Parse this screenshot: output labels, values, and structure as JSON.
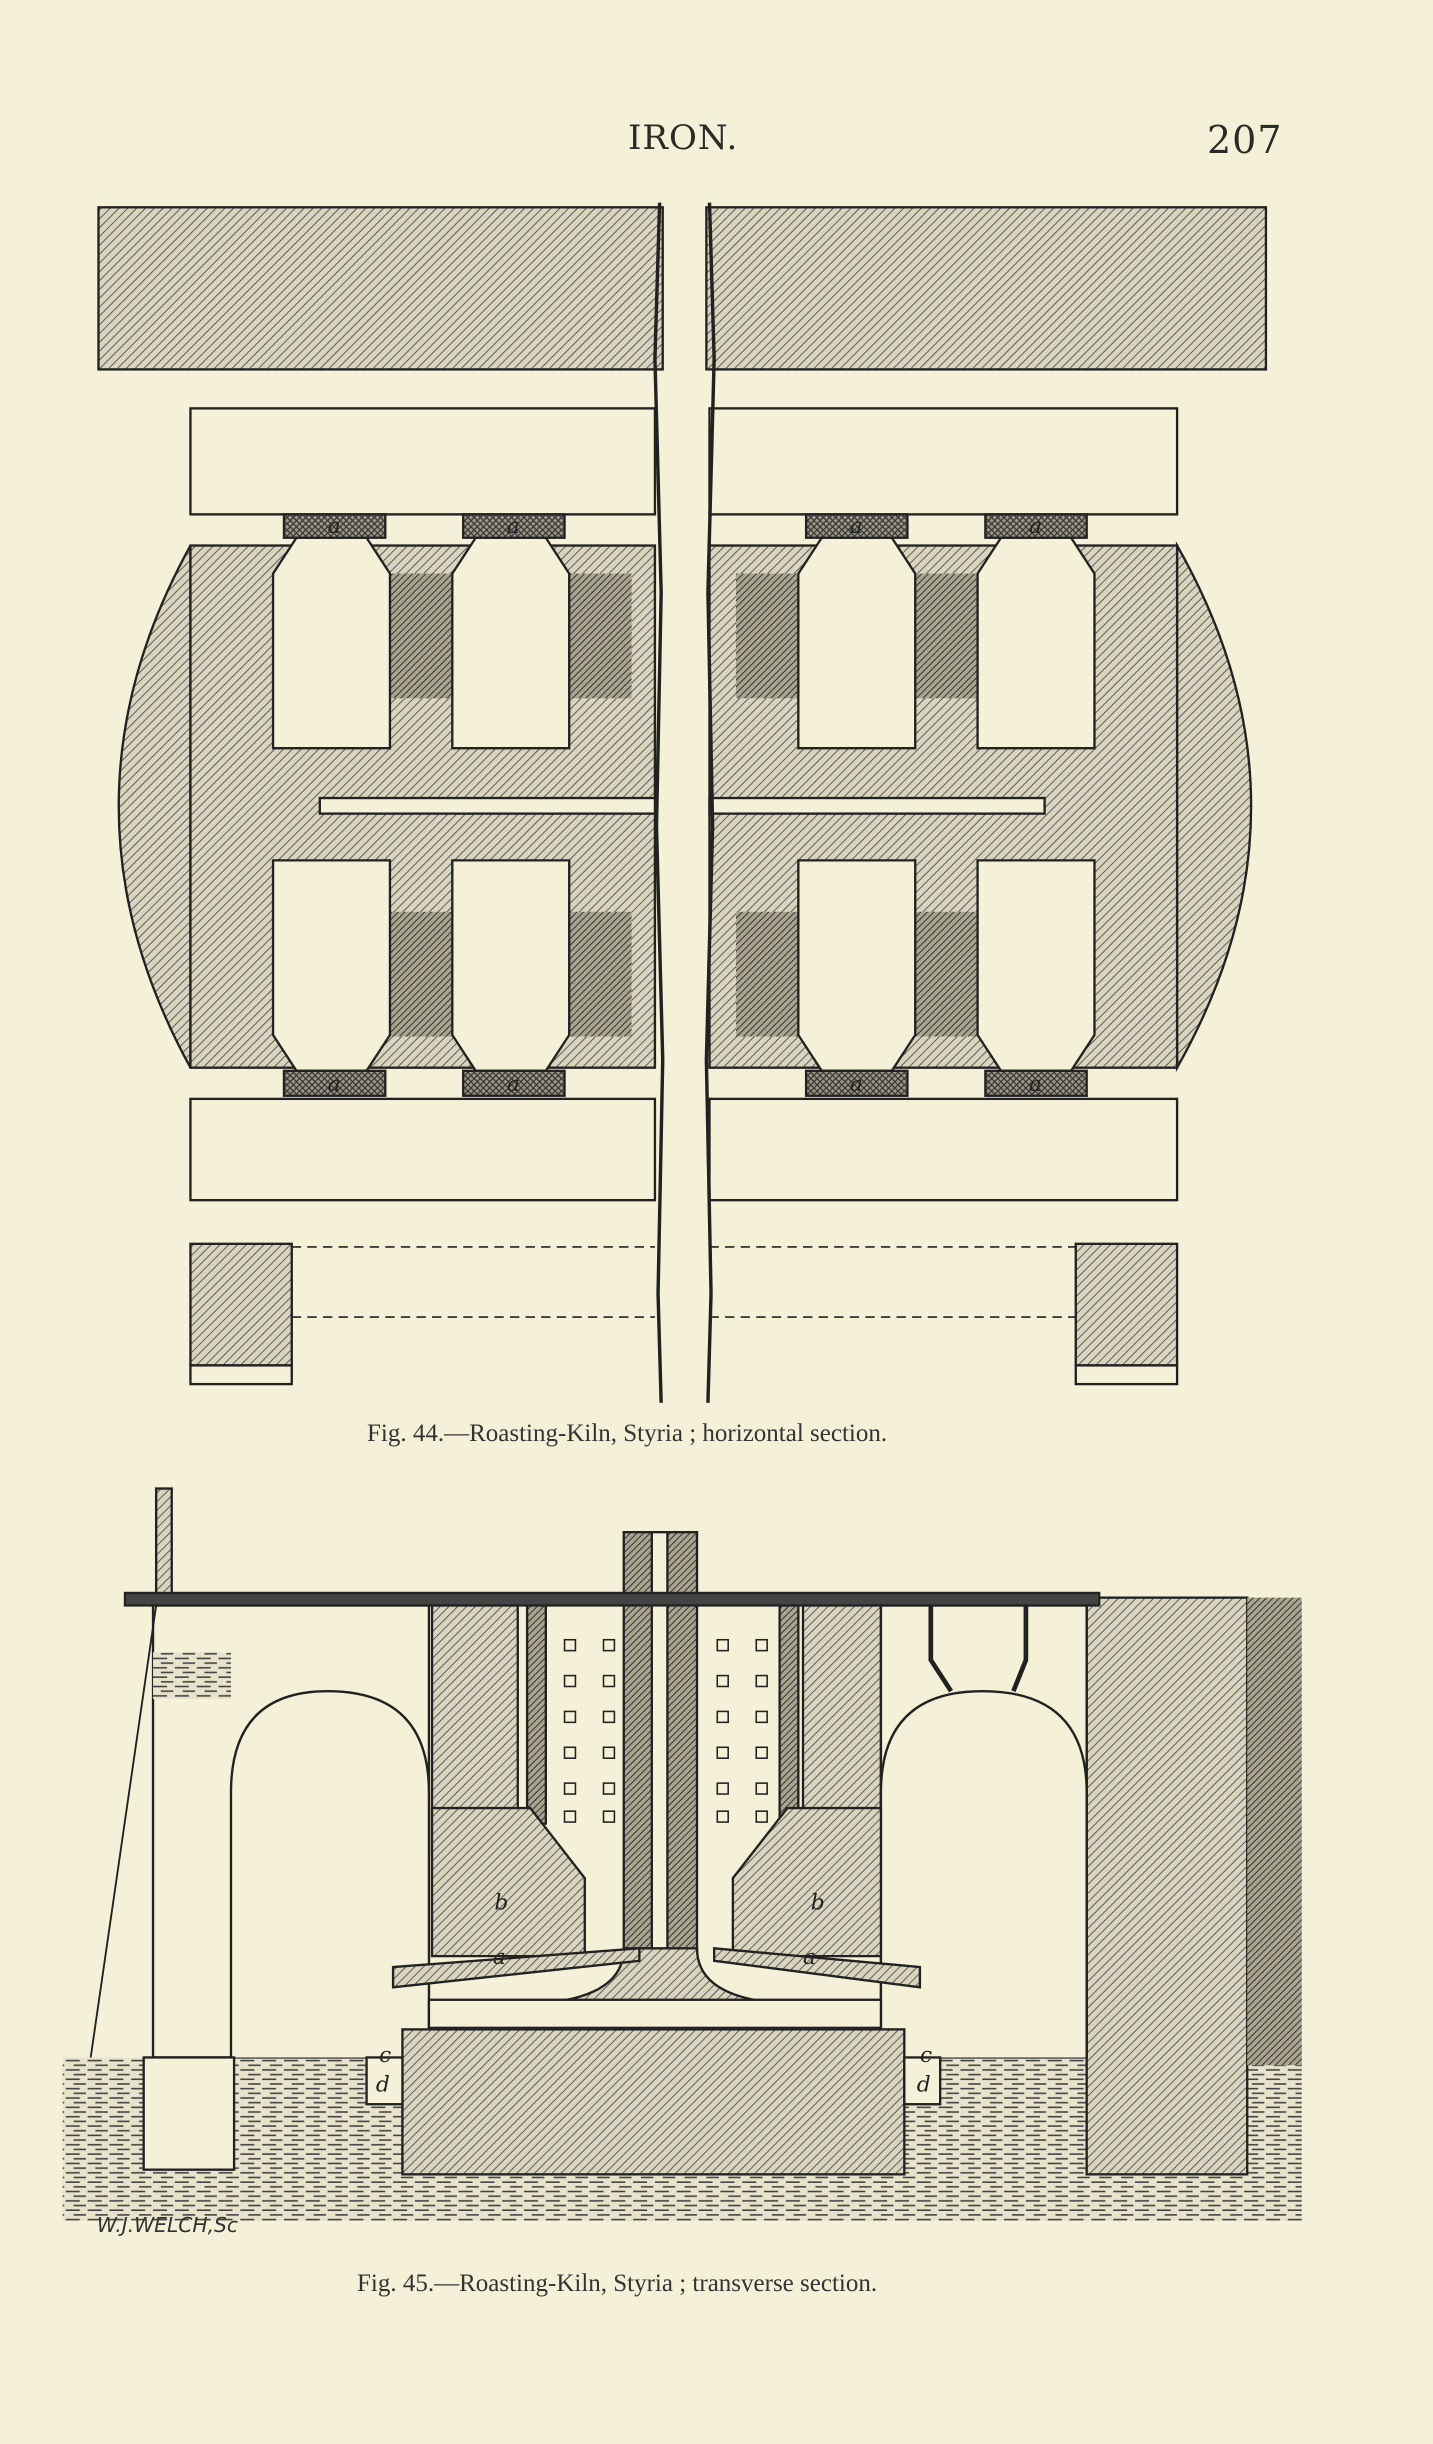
{
  "header": {
    "running_head": "IRON.",
    "page_number": "207"
  },
  "figures": [
    {
      "caption": "Fig. 44.—Roasting-Kiln, Styria ; horizontal section.",
      "labels": {
        "a": "a"
      }
    },
    {
      "caption": "Fig. 45.—Roasting-Kiln, Styria ; transverse section.",
      "labels": {
        "a": "a",
        "b": "b",
        "c": "c",
        "d": "d"
      },
      "engraver_signature": "W.J.WELCH,Sc"
    }
  ]
}
